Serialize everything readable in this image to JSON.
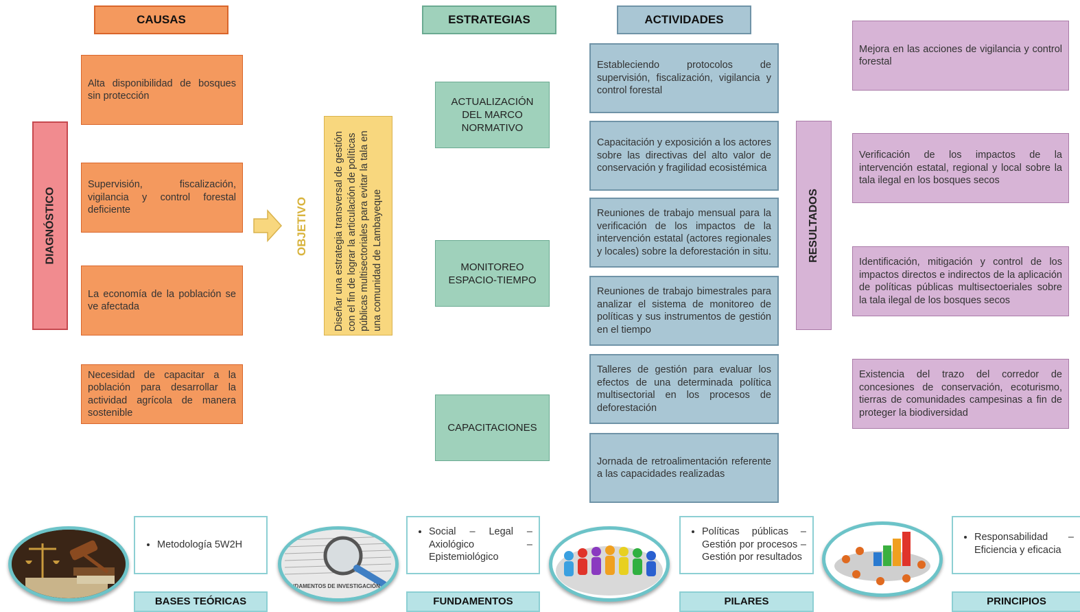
{
  "headers": {
    "causas": "CAUSAS",
    "estrategias": "ESTRATEGIAS",
    "actividades": "ACTIVIDADES"
  },
  "diagnostico": "DIAGNÓSTICO",
  "causas": [
    "Alta disponibilidad de bosques sin protección",
    "Supervisión, fiscalización, vigilancia y control forestal deficiente",
    "La economía de la población se ve afectada",
    "Necesidad de capacitar a la población para desarrollar la actividad agrícola de manera sostenible"
  ],
  "objetivo": {
    "label": "OBJETIVO",
    "text": "Diseñar una estrategia transversal de gestión con el fin de lograr la articulación de políticas públicas multisectoriales para evitar la tala en una comunidad de Lambayeque"
  },
  "estrategias": [
    "ACTUALIZACIÓN DEL MARCO NORMATIVO",
    "MONITOREO ESPACIO-TIEMPO",
    "CAPACITACIONES"
  ],
  "actividades": [
    "Estableciendo protocolos de supervisión, fiscalización, vigilancia y control forestal",
    "Capacitación y exposición a los actores sobre las directivas del alto valor de conservación y fragilidad ecosistémica",
    "Reuniones de trabajo mensual para la verificación de los impactos de la intervención estatal (actores regionales y locales) sobre la deforestación in situ.",
    "Reuniones de trabajo bimestrales para analizar el sistema de monitoreo de políticas y sus instrumentos de gestión en el tiempo",
    "Talleres de gestión para evaluar los efectos de una determinada política multisectorial en los procesos de deforestación",
    "Jornada de retroalimentación referente a las capacidades realizadas"
  ],
  "resultados_label": "RESULTADOS",
  "resultados": [
    "Mejora en las acciones de vigilancia y control forestal",
    "Verificación de los impactos de la intervención estatal, regional y local sobre la tala ilegal en los bosques secos",
    "Identificación, mitigación y control de los impactos directos e indirectos de la aplicación de políticas públicas multisectoeriales sobre la tala ilegal de los bosques secos",
    "Existencia del trazo del corredor de concesiones de conservación, ecoturismo, tierras de comunidades campesinas a fin de proteger la biodiversidad"
  ],
  "footer": [
    {
      "label": "BASES TEÓRICAS",
      "items": [
        "Metodología 5W2H"
      ]
    },
    {
      "label": "FUNDAMENTOS",
      "items": [
        "Social – Legal – Axiológico – Epistemiológico"
      ]
    },
    {
      "label": "PILARES",
      "items": [
        "Políticas públicas – Gestión por procesos – Gestión por resultados"
      ]
    },
    {
      "label": "PRINCIPIOS",
      "items": [
        "Responsabilidad – Eficiencia y eficacia"
      ]
    }
  ],
  "image_text": {
    "book_caption": "UNDAMENTOS DE INVESTIGACIÓN"
  },
  "colors": {
    "causas": "#f4995e",
    "estrategias": "#9fd1bb",
    "actividades": "#a9c6d4",
    "resultados": "#d7b4d6",
    "diagnostico": "#f18b8f",
    "objetivo": "#f8d77e",
    "footer": "#b7e3e6"
  }
}
